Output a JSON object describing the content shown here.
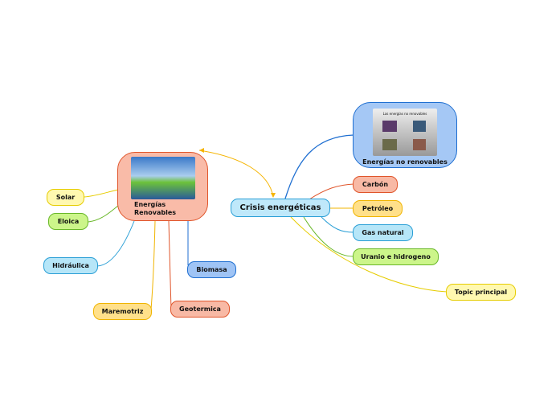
{
  "central": {
    "label": "Crisis energéticas"
  },
  "no_renovables": {
    "label": "Energías no renovables",
    "image_caption": "Las energías no renovables",
    "children": [
      "Carbón",
      "Petróleo",
      "Gas natural",
      "Uranio e hidrogeno"
    ]
  },
  "renovables": {
    "label": "Energías Renovables",
    "children": [
      "Solar",
      "Eloica",
      "Hidráulica",
      "Biomasa",
      "Maremotriz",
      "Geotermica"
    ]
  },
  "floating": {
    "label": "Topic principal"
  }
}
